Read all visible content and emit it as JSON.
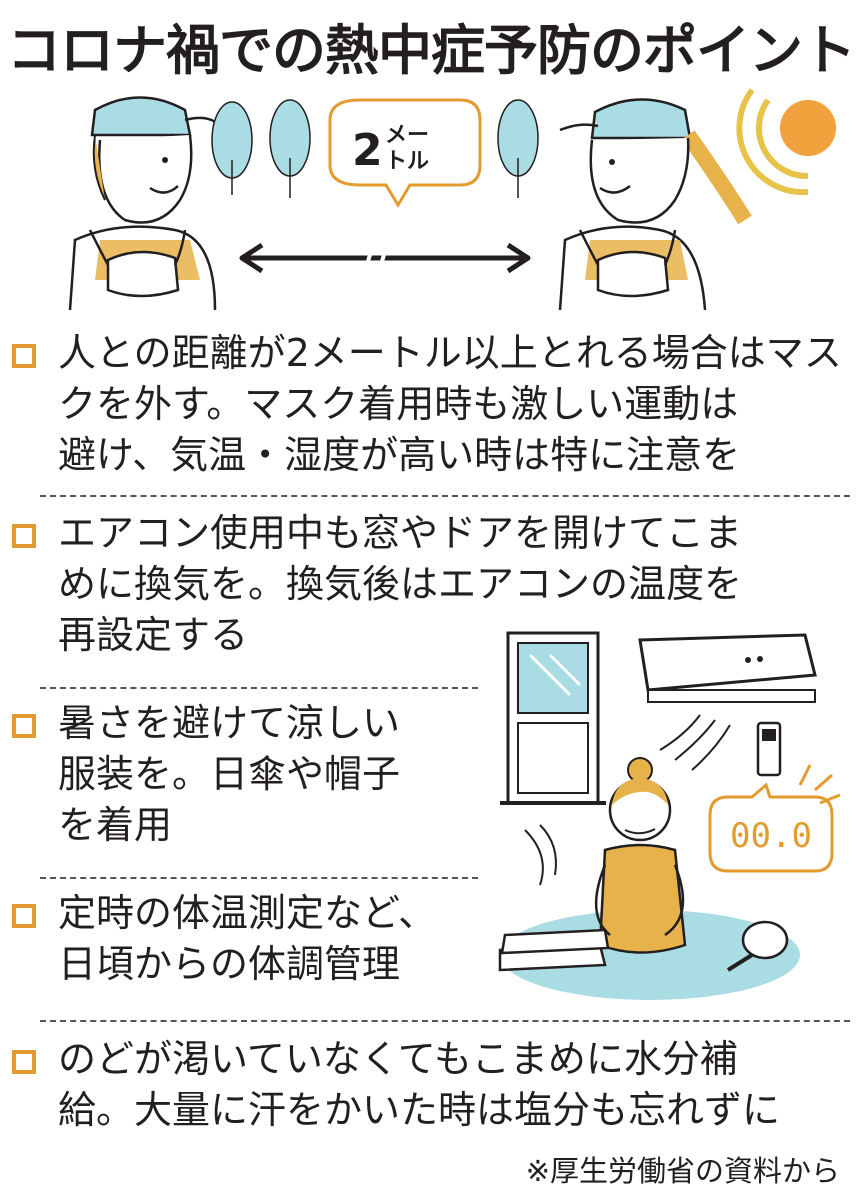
{
  "title": "コロナ禍での熱中症予防のポイント",
  "distance_bubble": {
    "number": "2",
    "unit_line1": "メー",
    "unit_line2": "トル"
  },
  "items": [
    {
      "lines": [
        "人との距離が2メートル以上とれる場合はマス",
        "クを外す。マスク着用時も激しい運動は",
        "避け、気温・湿度が高い時は特に注意を"
      ]
    },
    {
      "lines": [
        "エアコン使用中も窓やドアを開けてこま",
        "めに換気を。換気後はエアコンの温度を",
        "再設定する"
      ]
    },
    {
      "lines": [
        "暑さを避けて涼しい",
        "服装を。日傘や帽子",
        "を着用"
      ]
    },
    {
      "lines": [
        "定時の体温測定など、",
        "日頃からの体調管理"
      ]
    },
    {
      "lines": [
        "のどが渇いていなくてもこまめに水分補",
        "給。大量に汗をかいた時は塩分も忘れずに"
      ]
    }
  ],
  "display_reading": "00.0",
  "source": "※厚生労働省の資料から",
  "colors": {
    "accent_orange": "#e39b2e",
    "light_blue": "#a9dce3",
    "sun_orange": "#f0a33c",
    "text": "#231f20"
  },
  "icons": [
    "checkbox-icon",
    "tree-icon",
    "sun-icon",
    "double-arrow-icon",
    "air-conditioner-icon",
    "window-icon",
    "remote-icon",
    "fan-icon"
  ]
}
